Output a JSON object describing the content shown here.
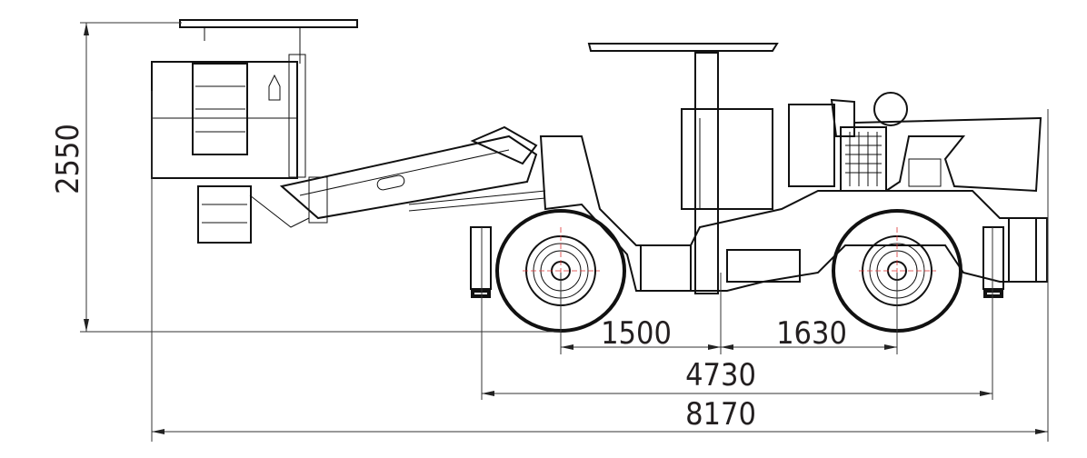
{
  "dimensions": {
    "height": "2550",
    "front_axle_to_center": "1500",
    "center_to_rear_axle": "1630",
    "outrigger_span": "4730",
    "overall_length": "8170"
  }
}
